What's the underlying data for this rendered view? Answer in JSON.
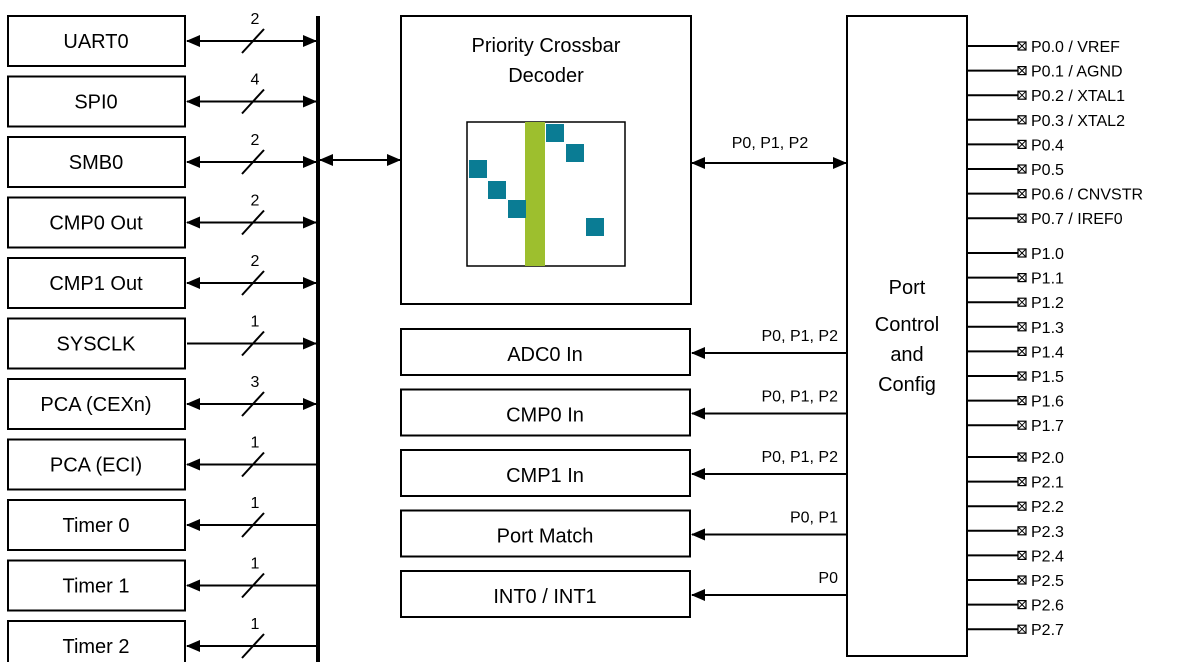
{
  "left_blocks": [
    {
      "label": "UART0",
      "width": "2",
      "dir": "bi"
    },
    {
      "label": "SPI0",
      "width": "4",
      "dir": "bi"
    },
    {
      "label": "SMB0",
      "width": "2",
      "dir": "bi"
    },
    {
      "label": "CMP0 Out",
      "width": "2",
      "dir": "bi"
    },
    {
      "label": "CMP1 Out",
      "width": "2",
      "dir": "bi"
    },
    {
      "label": "SYSCLK",
      "width": "1",
      "dir": "out"
    },
    {
      "label": "PCA (CEXn)",
      "width": "3",
      "dir": "bi"
    },
    {
      "label": "PCA (ECI)",
      "width": "1",
      "dir": "in"
    },
    {
      "label": "Timer 0",
      "width": "1",
      "dir": "in"
    },
    {
      "label": "Timer 1",
      "width": "1",
      "dir": "in"
    },
    {
      "label": "Timer 2",
      "width": "1",
      "dir": "in"
    }
  ],
  "crossbar": {
    "title_line1": "Priority Crossbar",
    "title_line2": "Decoder",
    "bar_color": "#9dbf2e",
    "cell_color": "#0a7c94"
  },
  "crossbar_link_label": "P0, P1, P2",
  "inputs": [
    {
      "label": "ADC0 In",
      "signal": "P0, P1, P2"
    },
    {
      "label": "CMP0 In",
      "signal": "P0, P1, P2"
    },
    {
      "label": "CMP1 In",
      "signal": "P0, P1, P2"
    },
    {
      "label": "Port Match",
      "signal": "P0, P1"
    },
    {
      "label": "INT0 / INT1",
      "signal": "P0"
    }
  ],
  "port_control": {
    "line1": "Port",
    "line2": "Control",
    "line3": "and",
    "line4": "Config"
  },
  "pins": [
    [
      "P0.0 / VREF",
      "P0.1 / AGND",
      "P0.2 / XTAL1",
      "P0.3 / XTAL2",
      "P0.4",
      "P0.5",
      "P0.6 / CNVSTR",
      "P0.7 / IREF0"
    ],
    [
      "P1.0",
      "P1.1",
      "P1.2",
      "P1.3",
      "P1.4",
      "P1.5",
      "P1.6",
      "P1.7"
    ],
    [
      "P2.0",
      "P2.1",
      "P2.2",
      "P2.3",
      "P2.4",
      "P2.5",
      "P2.6",
      "P2.7"
    ]
  ]
}
